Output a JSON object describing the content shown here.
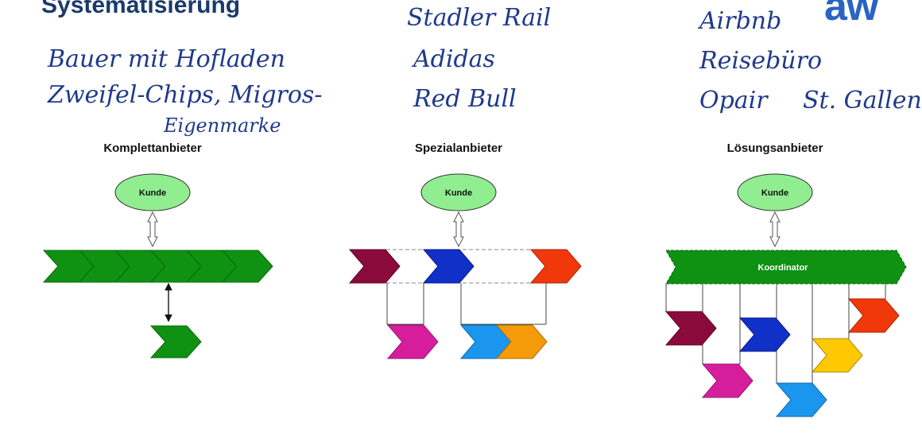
{
  "header": {
    "title": "Systematisierung",
    "logo": "aw"
  },
  "notes": {
    "komplett": [
      "Bauer mit Hofladen",
      "Zweifel-Chips, Migros-",
      "Eigenmarke"
    ],
    "spezial": [
      "Stadler Rail",
      "Adidas",
      "Red Bull"
    ],
    "loesung": [
      "Airbnb",
      "Reisebüro",
      "Opair",
      "St. Gallen"
    ]
  },
  "panels": {
    "komplett": {
      "title": "Komplettanbieter",
      "kunde": "Kunde"
    },
    "spezial": {
      "title": "Spezialanbieter",
      "kunde": "Kunde"
    },
    "loesung": {
      "title": "Lösungsanbieter",
      "kunde": "Kunde",
      "koordinator": "Koordinator"
    }
  },
  "colors": {
    "green": "#0f9112",
    "green_dark": "#0a6a0c",
    "kunde_fill": "#90ee90",
    "maroon": "#8b0a3c",
    "blue": "#1030c8",
    "red": "#f0380a",
    "magenta": "#d61e9c",
    "light_blue": "#1a96ee",
    "orange": "#f59a08",
    "yellow": "#ffc800"
  }
}
